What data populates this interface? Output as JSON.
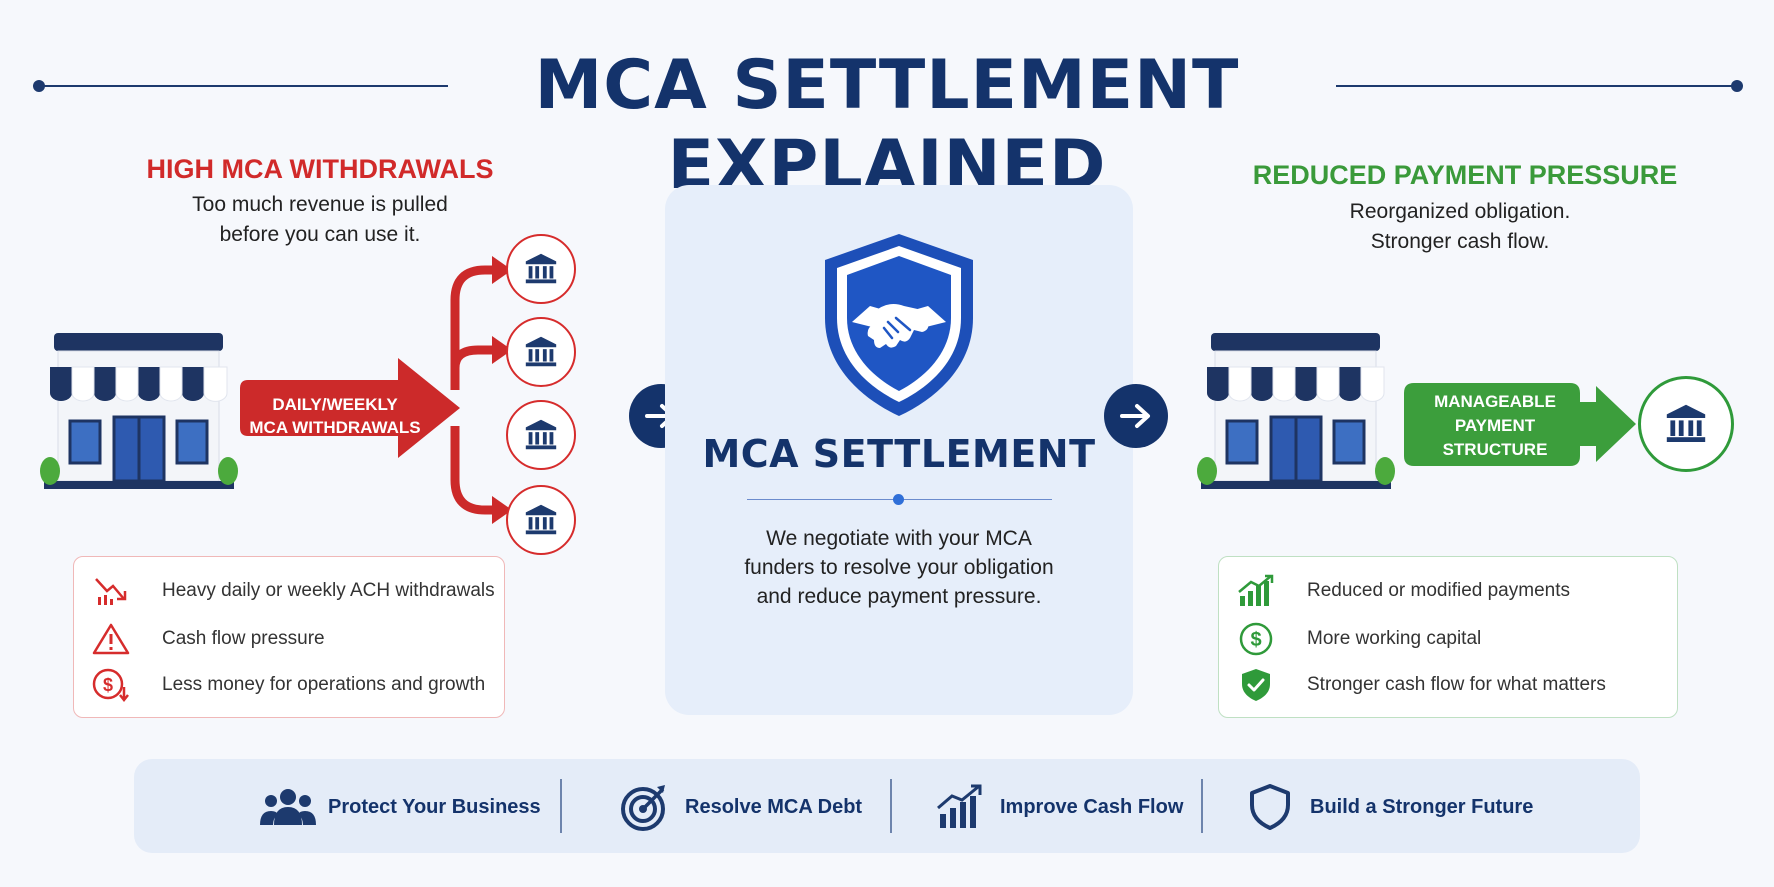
{
  "title": "MCA SETTLEMENT EXPLAINED",
  "left": {
    "heading": "HIGH MCA WITHDRAWALS",
    "sub_lines": [
      "Too much revenue is pulled",
      "before you can use it."
    ],
    "flow_label_lines": [
      "DAILY/WEEKLY",
      "MCA WITHDRAWALS"
    ],
    "items": [
      {
        "icon": "chart-down-icon",
        "text": "Heavy daily or weekly ACH withdrawals"
      },
      {
        "icon": "warning-icon",
        "text": "Cash flow pressure"
      },
      {
        "icon": "dollar-down-icon",
        "text": "Less money for operations and growth"
      }
    ]
  },
  "center": {
    "title": "MCA SETTLEMENT",
    "desc_lines": [
      "We negotiate with your MCA",
      "funders to resolve your obligation",
      "and reduce payment pressure."
    ]
  },
  "right": {
    "heading": "REDUCED PAYMENT PRESSURE",
    "sub_lines": [
      "Reorganized obligation.",
      "Stronger cash flow."
    ],
    "flow_label_lines": [
      "MANAGEABLE",
      "PAYMENT",
      "STRUCTURE"
    ],
    "items": [
      {
        "icon": "chart-up-icon",
        "text": "Reduced or modified payments"
      },
      {
        "icon": "dollar-circle-icon",
        "text": "More working capital"
      },
      {
        "icon": "shield-check-icon",
        "text": "Stronger cash flow for what matters"
      }
    ]
  },
  "benefits": [
    {
      "icon": "people-icon",
      "label": "Protect Your Business"
    },
    {
      "icon": "target-icon",
      "label": "Resolve MCA Debt"
    },
    {
      "icon": "growth-chart-icon",
      "label": "Improve Cash Flow"
    },
    {
      "icon": "shield-icon",
      "label": "Build a Stronger Future"
    }
  ],
  "colors": {
    "navy": "#14336b",
    "red": "#d62c2c",
    "green": "#2f9a3a",
    "panel": "#e6eefa"
  }
}
